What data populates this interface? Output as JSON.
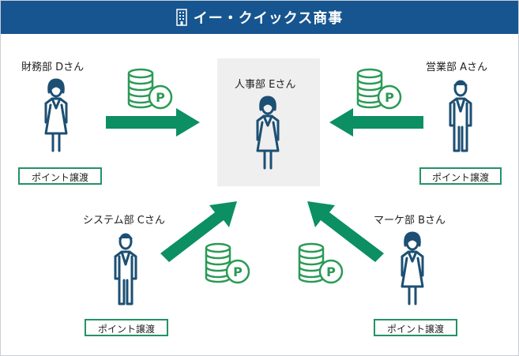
{
  "header": {
    "company": "イー・クイックス商事"
  },
  "people": {
    "center": {
      "name": "人事部 Eさん"
    },
    "top_left": {
      "name": "財務部 Dさん",
      "badge": "ポイント譲渡"
    },
    "top_right": {
      "name": "営業部 Aさん",
      "badge": "ポイント譲渡"
    },
    "bottom_left": {
      "name": "システム部 Cさん",
      "badge": "ポイント譲渡"
    },
    "bottom_right": {
      "name": "マーケ部 Bさん",
      "badge": "ポイント譲渡"
    }
  },
  "point_coin": {
    "label": "P"
  },
  "colors": {
    "header_bg": "#16558f",
    "arrow": "#0b8f63",
    "badge_border": "#239266",
    "coin": "#2a9a55",
    "person_outline": "#1d4f73",
    "center_box": "#efefef"
  },
  "icons": {
    "header": "building-icon",
    "person": "person-icon",
    "coins": "coin-stack-icon",
    "arrow": "transfer-arrow-icon"
  }
}
